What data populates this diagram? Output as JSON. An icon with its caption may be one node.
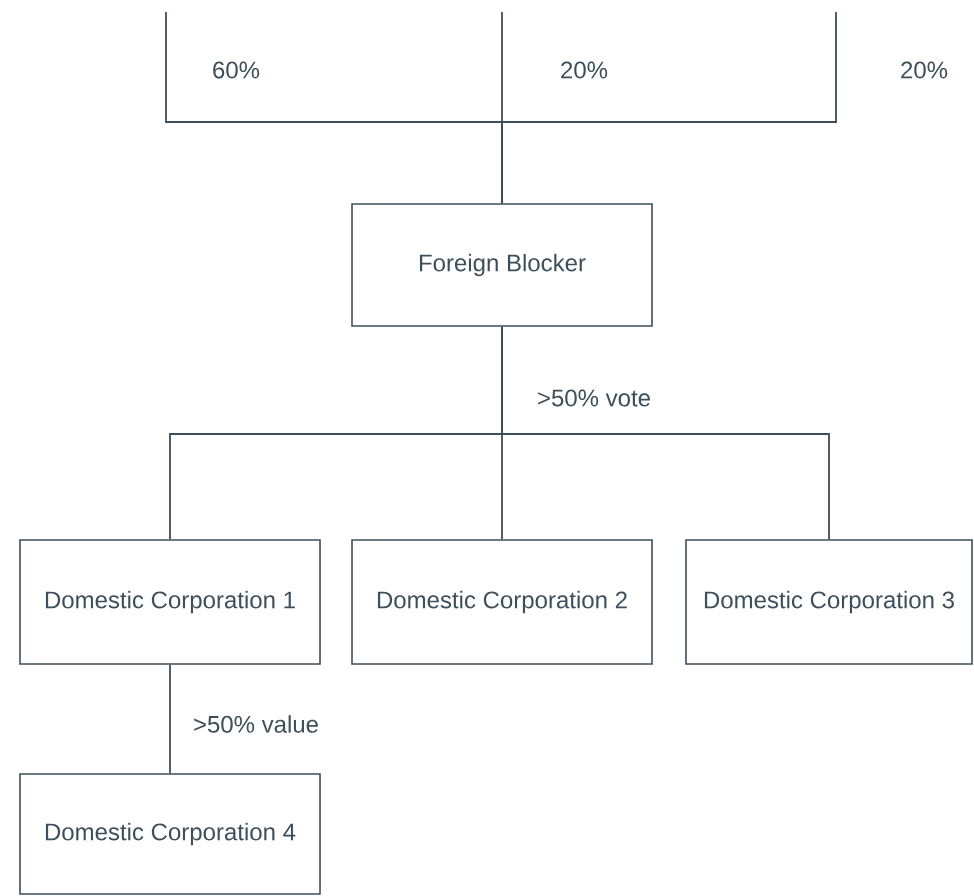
{
  "diagram": {
    "nodes": [
      {
        "text": [
          "Foreign Blocker"
        ]
      },
      {
        "text": [
          "Domestic Corporation 1"
        ]
      },
      {
        "text": [
          "Domestic Corporation 2"
        ]
      },
      {
        "text": [
          "Domestic Corporation 3"
        ]
      },
      {
        "text": [
          "Domestic Corporation 4"
        ]
      }
    ],
    "edges": [
      {
        "from": null,
        "to": 0,
        "arrow": "none",
        "label": "60%"
      },
      {
        "from": null,
        "to": 0,
        "arrow": "none",
        "label": "20%"
      },
      {
        "from": null,
        "to": 0,
        "arrow": "none",
        "label": "20%"
      },
      {
        "from": 0,
        "to": 1,
        "arrow": "none",
        "label": ">50% vote"
      },
      {
        "from": 0,
        "to": 2,
        "arrow": "none"
      },
      {
        "from": 0,
        "to": 3,
        "arrow": "none"
      },
      {
        "from": 1,
        "to": 4,
        "arrow": "none",
        "label": ">50% value"
      }
    ]
  }
}
